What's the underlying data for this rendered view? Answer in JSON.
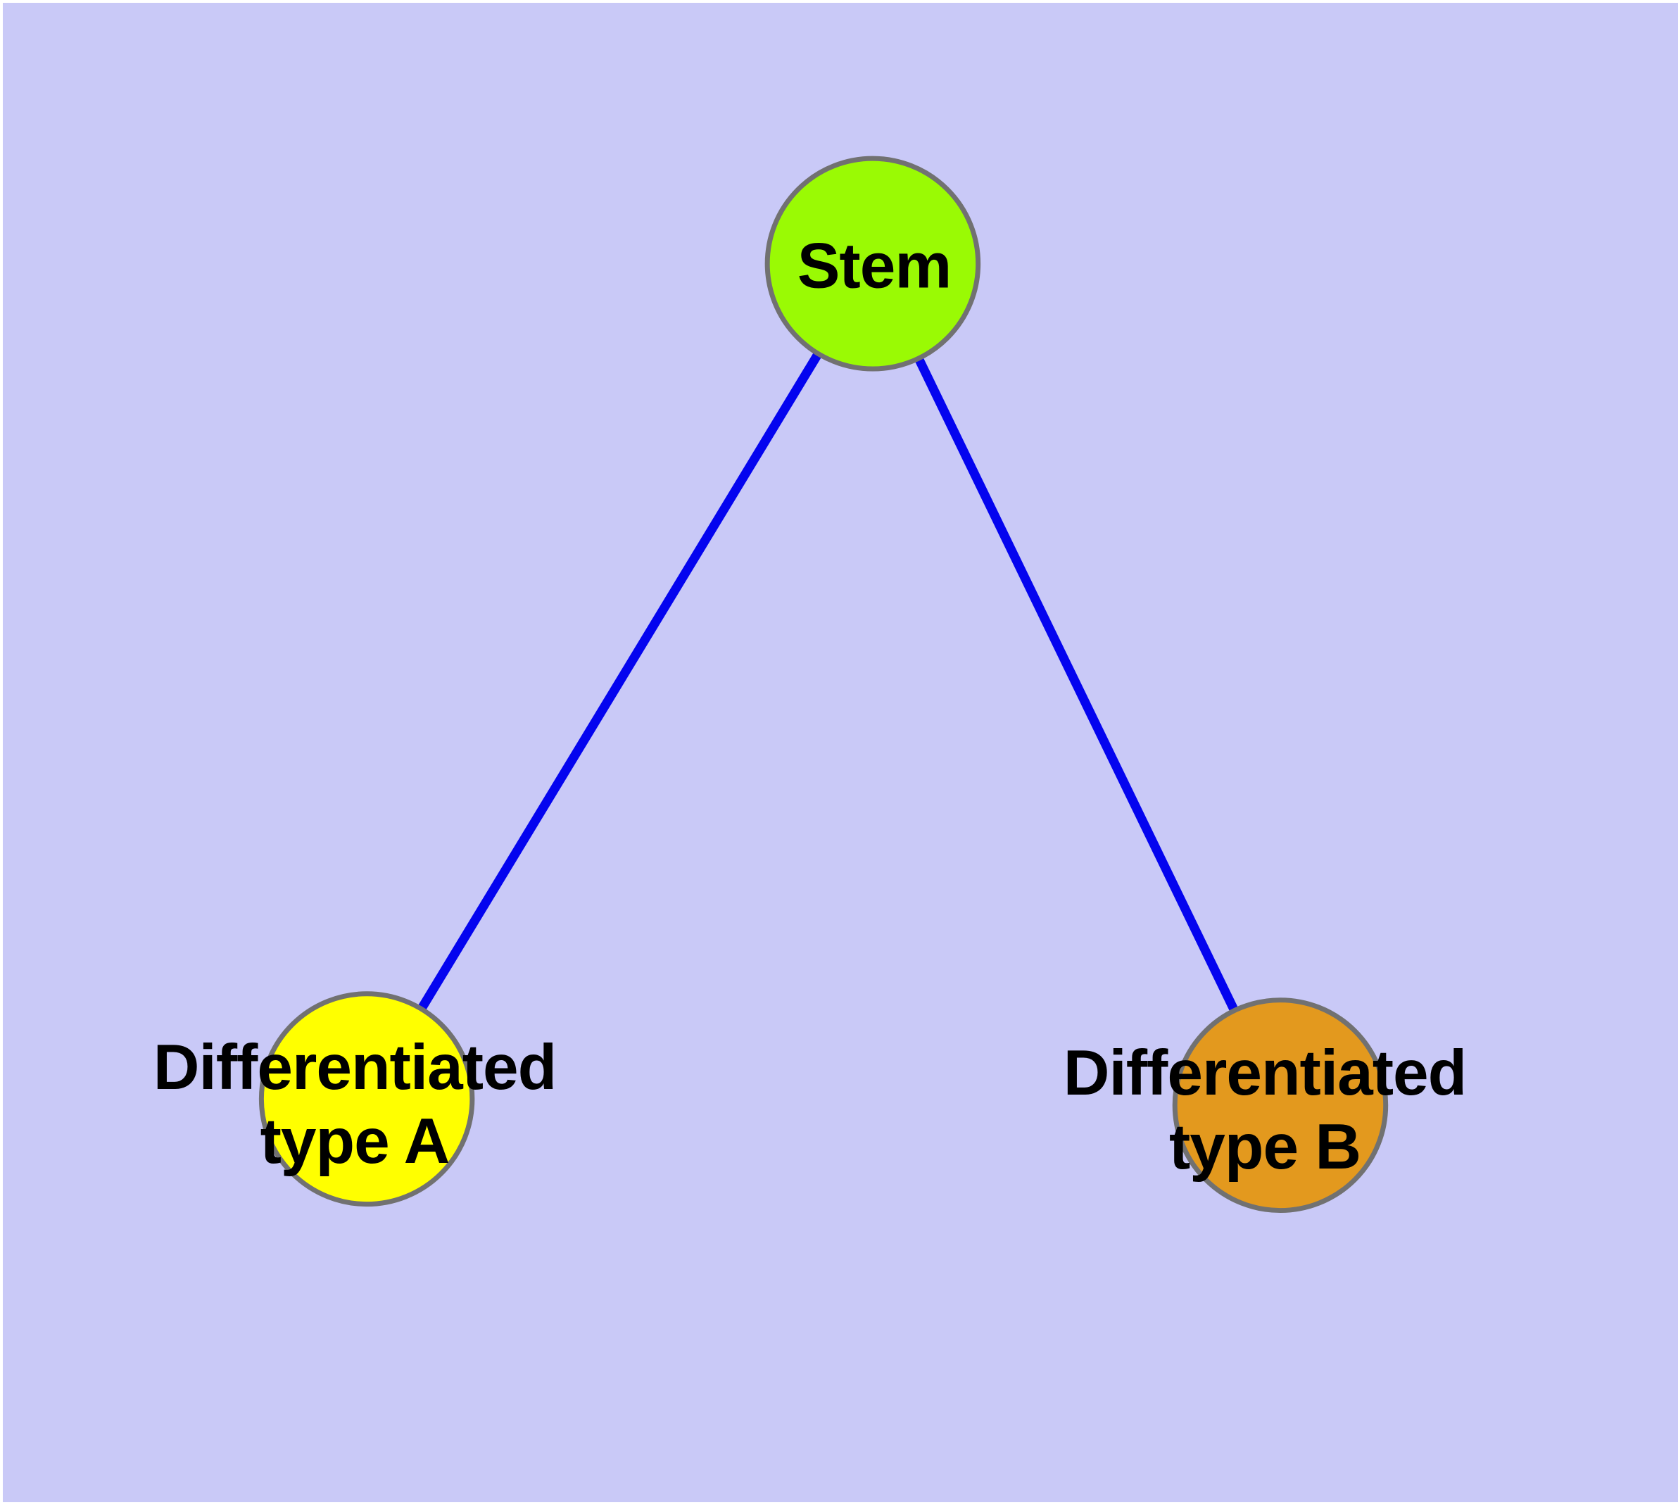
{
  "canvas": {
    "background_color": "#C9C9F7",
    "margin_color": "#FFFFFF"
  },
  "graph": {
    "edge_color": "#0404EF",
    "node_border_color": "#717171",
    "nodes": {
      "stem": {
        "label": "Stem",
        "fill": "#9AFA04"
      },
      "type_a": {
        "label_line1": "Differentiated",
        "label_line2": "type A",
        "fill": "#FFFF00"
      },
      "type_b": {
        "label_line1": "Differentiated",
        "label_line2": "type B",
        "fill": "#E3991E"
      }
    },
    "edges": [
      {
        "from": "Stem",
        "to": "Differentiated type A"
      },
      {
        "from": "Stem",
        "to": "Differentiated type B"
      }
    ]
  }
}
